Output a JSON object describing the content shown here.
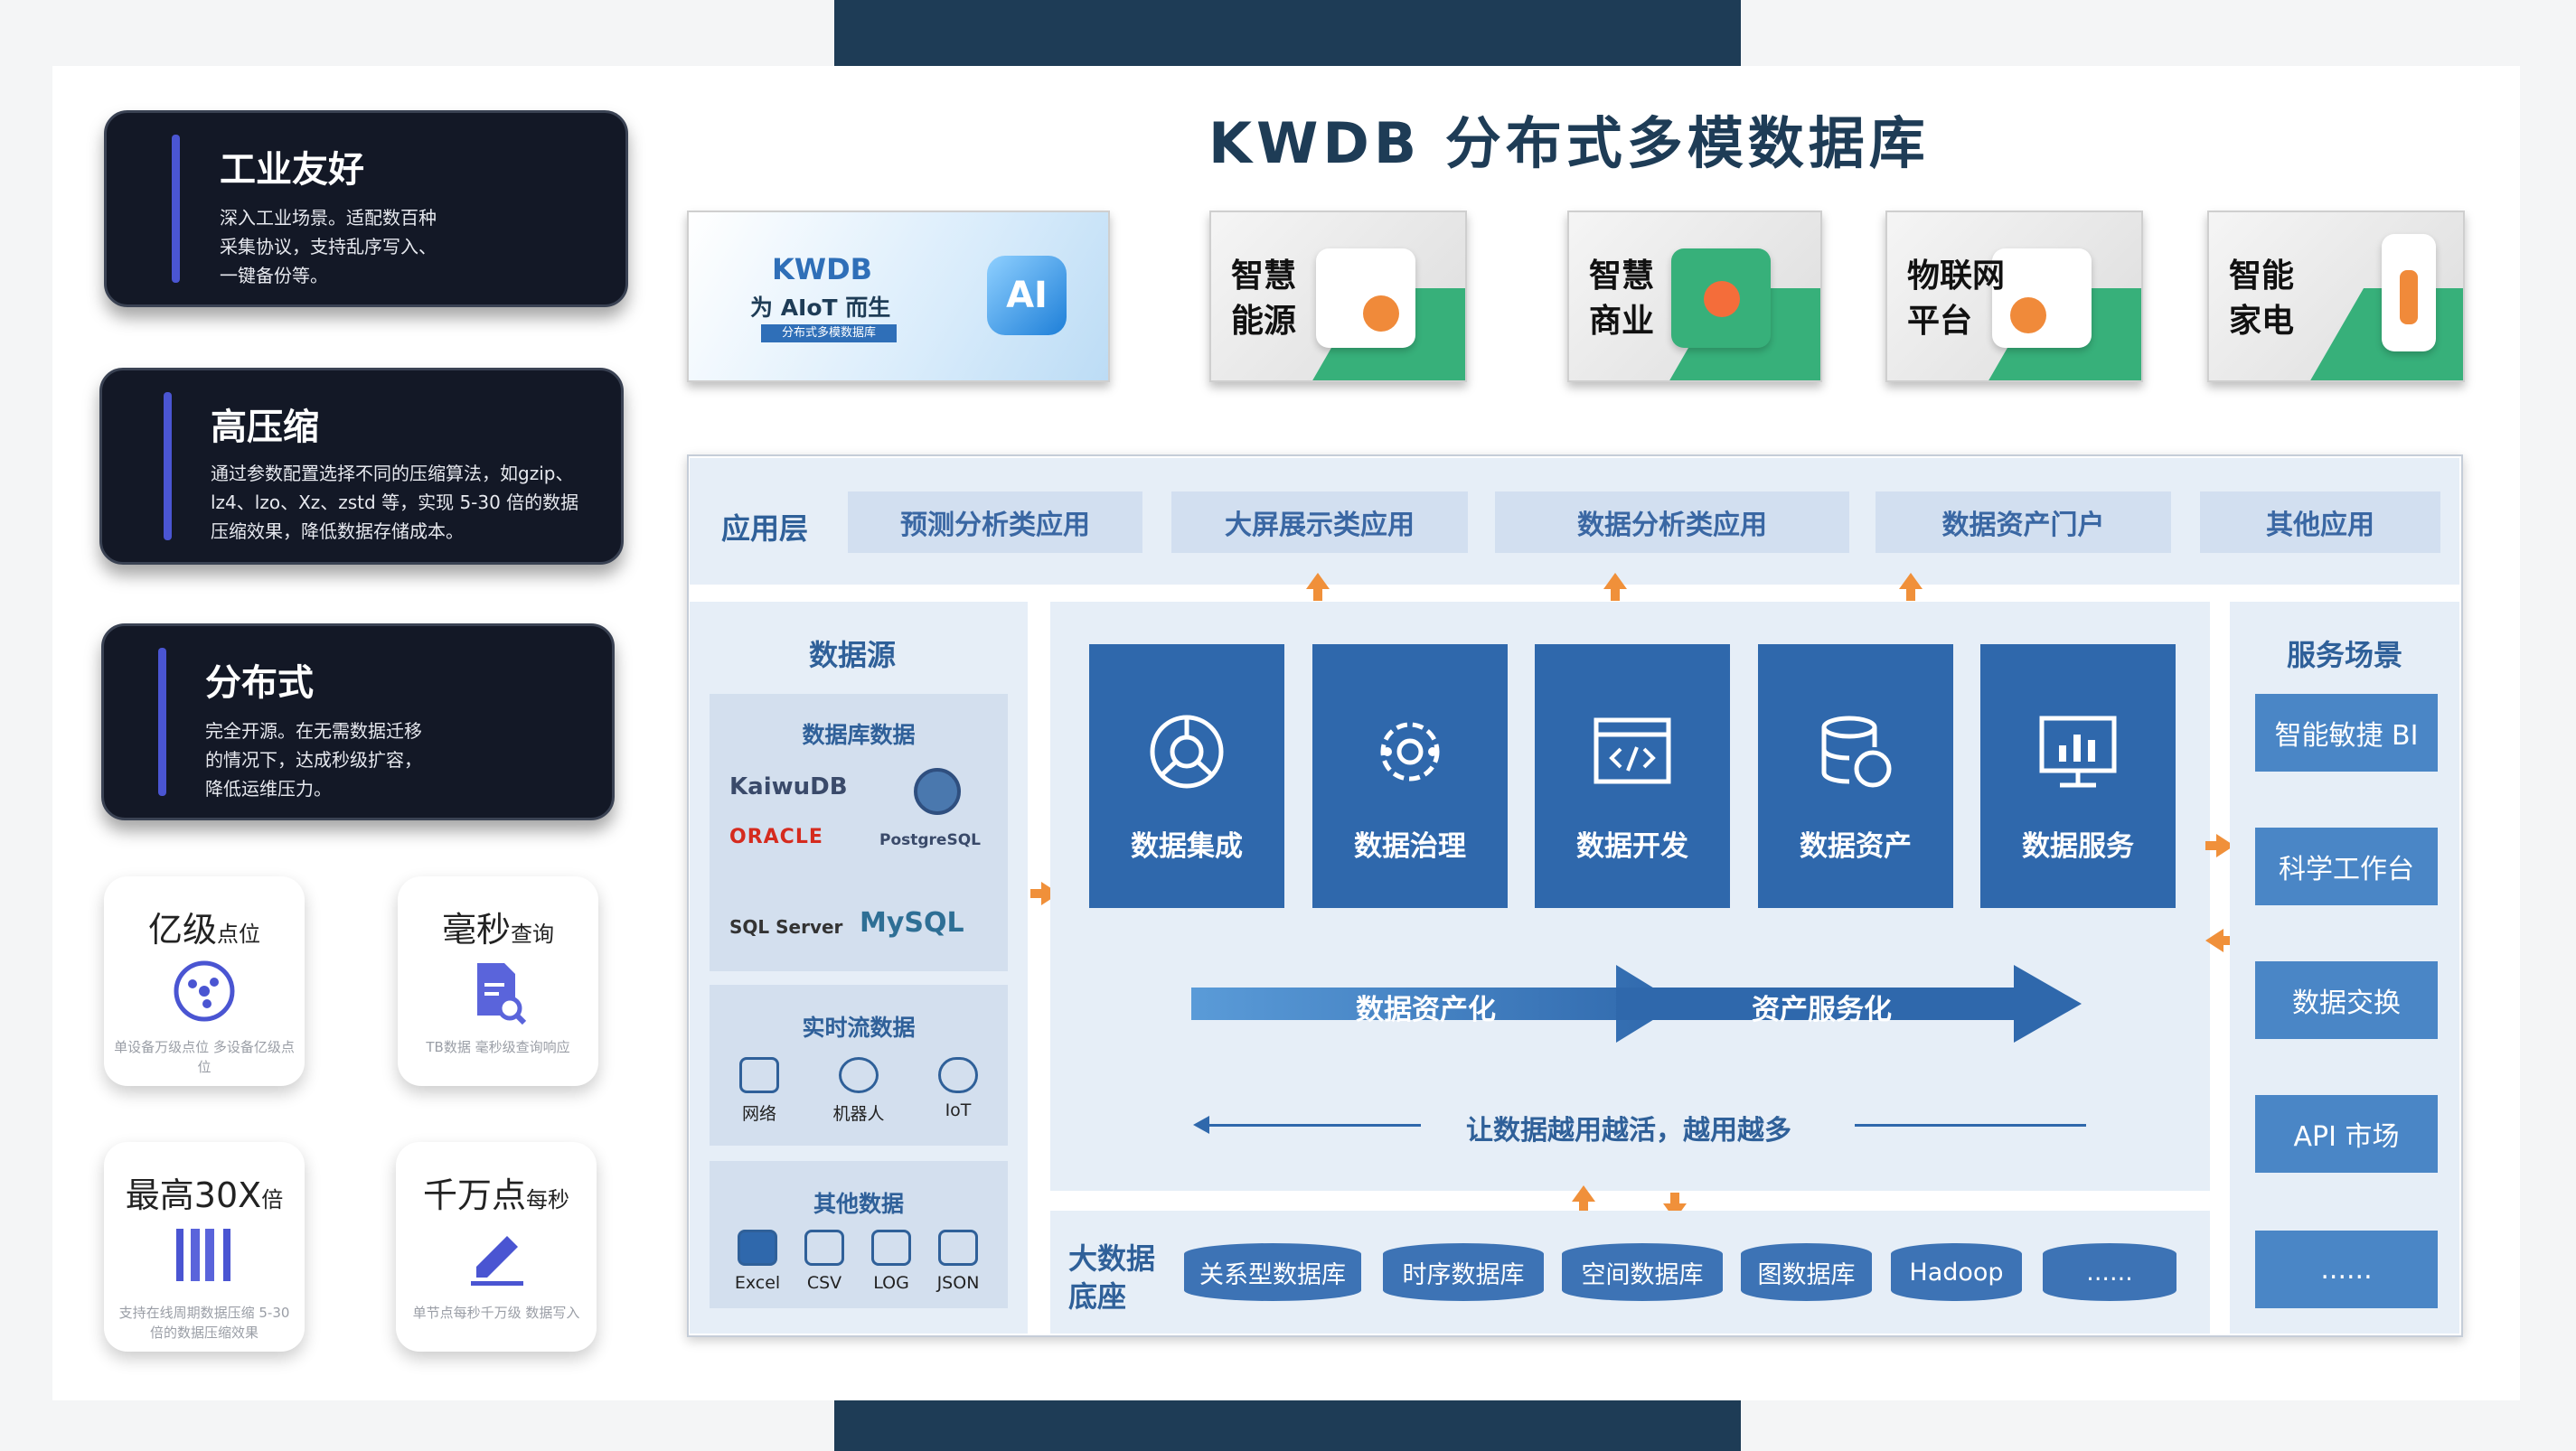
{
  "title": "KWDB 分布式多模数据库",
  "features": [
    {
      "title": "工业友好",
      "desc": "深入工业场景。适配数百种采集协议，支持乱序写入、一键备份等。"
    },
    {
      "title": "高压缩",
      "desc": "通过参数配置选择不同的压缩算法，如gzip、lz4、lzo、Xz、zstd 等，实现 5-30 倍的数据压缩效果，降低数据存储成本。"
    },
    {
      "title": "分布式",
      "desc": "完全开源。在无需数据迁移的情况下，达成秒级扩容，降低运维压力。"
    }
  ],
  "stats": [
    {
      "big": "亿级",
      "small": "点位",
      "desc": "单设备万级点位 多设备亿级点位",
      "icon": "network-icon"
    },
    {
      "big": "毫秒",
      "small": "查询",
      "desc": "TB数据 毫秒级查询响应",
      "icon": "search-document-icon"
    },
    {
      "big": "最高30X",
      "small": "倍",
      "desc": "支持在线周期数据压缩 5-30 倍的数据压缩效果",
      "icon": "compression-icon"
    },
    {
      "big": "千万点",
      "small": "每秒",
      "desc": "单节点每秒千万级 数据写入",
      "icon": "pen-icon"
    }
  ],
  "banner": {
    "brand": "KWDB",
    "slogan": "为 AIoT 而生",
    "tag": "分布式多模数据库",
    "badge": "AI"
  },
  "scenes": [
    {
      "label": "智慧\n能源"
    },
    {
      "label": "智慧\n商业"
    },
    {
      "label": "物联网\n平台"
    },
    {
      "label": "智能\n家电"
    }
  ],
  "app_layer": {
    "label": "应用层",
    "items": [
      "预测分析类应用",
      "大屏展示类应用",
      "数据分析类应用",
      "数据资产门户",
      "其他应用"
    ]
  },
  "datasource": {
    "label": "数据源",
    "db": {
      "label": "数据库数据",
      "logos": [
        "KaiwuDB",
        "ORACLE",
        "PostgreSQL",
        "SQL Server",
        "MySQL"
      ]
    },
    "stream": {
      "label": "实时流数据",
      "items": [
        "网络",
        "机器人",
        "IoT"
      ]
    },
    "other": {
      "label": "其他数据",
      "items": [
        "Excel",
        "CSV",
        "LOG",
        "JSON"
      ]
    }
  },
  "core": [
    "数据集成",
    "数据治理",
    "数据开发",
    "数据资产",
    "数据服务"
  ],
  "flow": {
    "left": "数据资产化",
    "right": "资产服务化",
    "back": "让数据越用越活，越用越多"
  },
  "service": {
    "label": "服务场景",
    "items": [
      "智能敏捷 BI",
      "科学工作台",
      "数据交换",
      "API 市场",
      "......"
    ]
  },
  "base": {
    "label": "大数据\n底座",
    "items": [
      "关系型数据库",
      "时序数据库",
      "空间数据库",
      "图数据库",
      "Hadoop",
      "......"
    ]
  },
  "colors": {
    "navy": "#1e3c56",
    "blue": "#2f68ac",
    "accent": "#f0903a",
    "light": "#e6eef7"
  }
}
